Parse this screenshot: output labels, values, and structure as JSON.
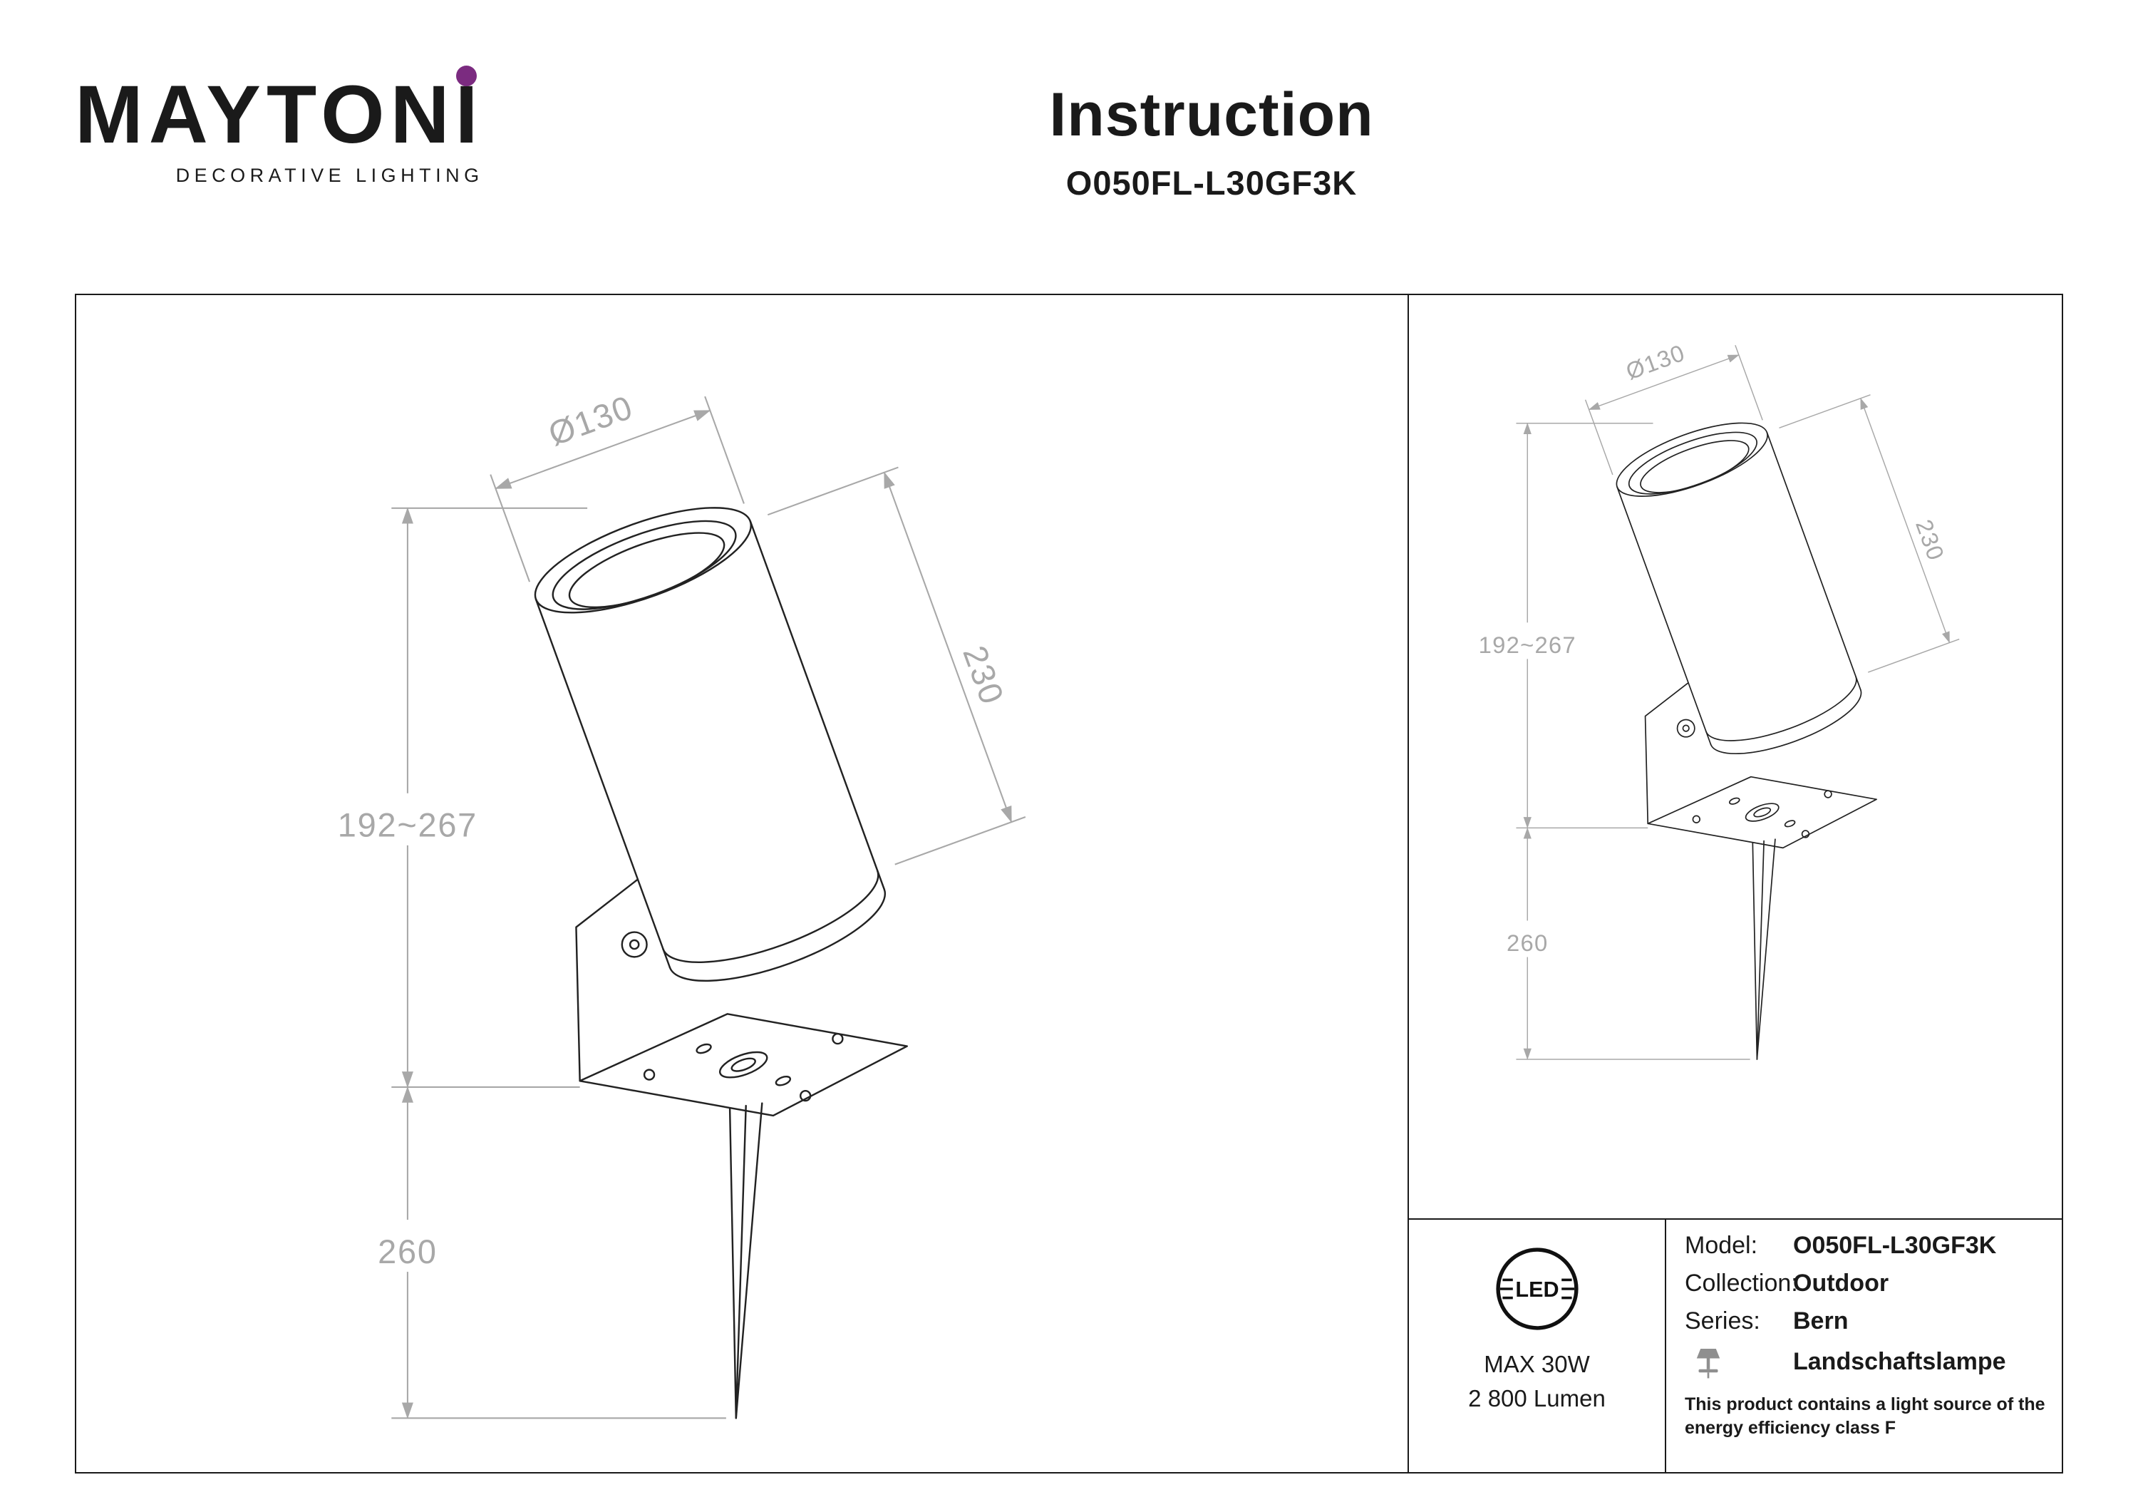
{
  "header": {
    "brand": "MAYTONI",
    "brand_tagline": "DECORATIVE LIGHTING",
    "doc_title": "Instruction",
    "product_code": "O050FL-L30GF3K"
  },
  "drawing": {
    "dims": {
      "diameter": "Ø130",
      "body_length": "230",
      "height_range": "192~267",
      "spike_depth": "260"
    }
  },
  "info": {
    "led": {
      "label": "LED",
      "max_power": "MAX 30W",
      "luminous_flux": "2 800 Lumen"
    },
    "specs": [
      {
        "label": "Model:",
        "value": "O050FL-L30GF3K"
      },
      {
        "label": "Collection:",
        "value": "Outdoor"
      },
      {
        "label": "Series:",
        "value": "Bern"
      }
    ],
    "product_type": "Landschaftslampe",
    "energy_note": "This product contains a light source of the energy efficiency class F"
  },
  "colors": {
    "brand_accent": "#7b2b80",
    "dimension_gray": "#a8a8a8",
    "line_color": "#1a1a1a"
  },
  "icons": {
    "badge": "led-circle-badge",
    "type": "landscape-lamp-icon"
  }
}
